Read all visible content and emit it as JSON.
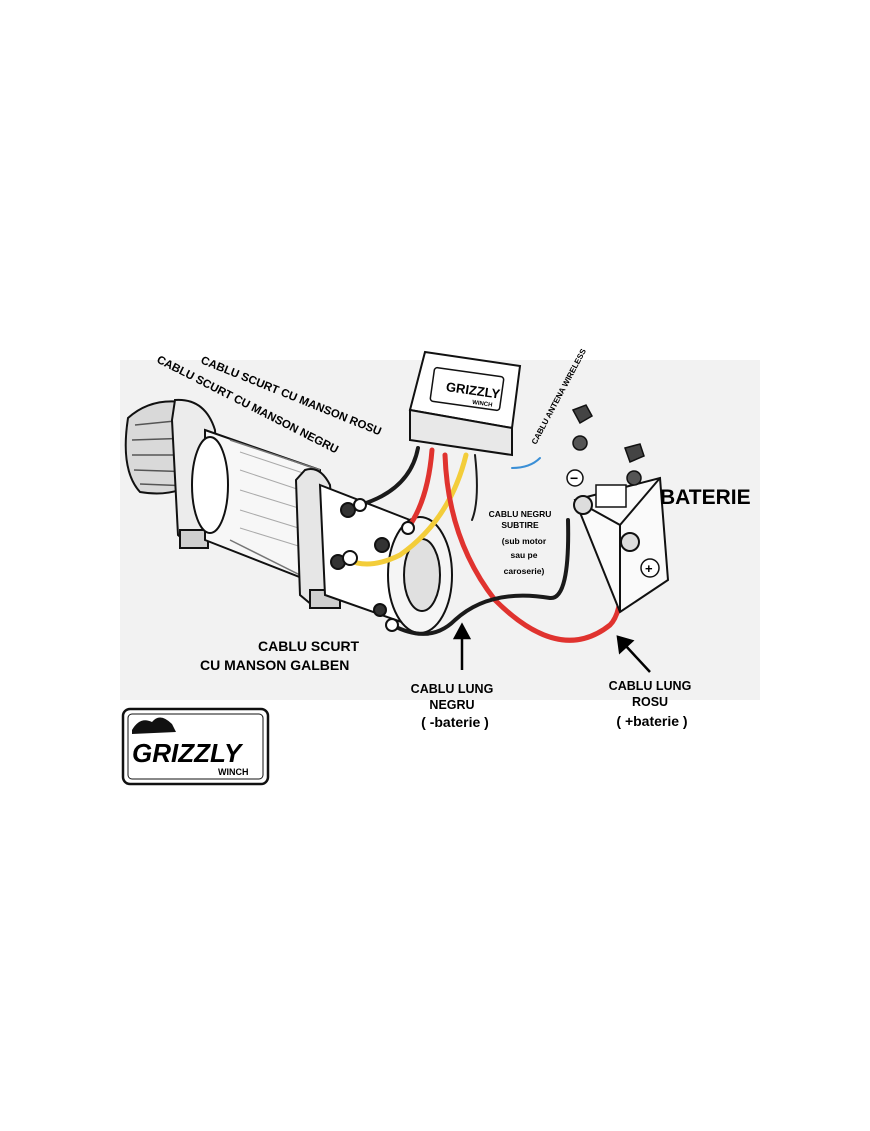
{
  "labels": {
    "short_red": "CABLU SCURT CU MANSON ROSU",
    "short_black": "CABLU SCURT CU MANSON NEGRU",
    "antenna": "CABLU ANTENA WIRELESS",
    "battery": "BATERIE",
    "thin_black_line1": "CABLU NEGRU",
    "thin_black_line2": "SUBTIRE",
    "thin_black_note1": "(sub motor",
    "thin_black_note2": "sau pe",
    "thin_black_note3": "caroserie)",
    "short_yellow_line1": "CABLU SCURT",
    "short_yellow_line2": "CU MANSON GALBEN",
    "long_black_line1": "CABLU LUNG",
    "long_black_line2": "NEGRU",
    "long_black_line3": "( -baterie )",
    "long_red_line1": "CABLU LUNG",
    "long_red_line2": "ROSU",
    "long_red_line3": "( +baterie )"
  },
  "control_box_logo": {
    "brand": "GRIZZLY",
    "sub": "WINCH"
  },
  "corner_logo": {
    "brand": "GRIZZLY",
    "sub": "WINCH"
  },
  "battery_terminals": {
    "negative": "−",
    "positive": "+"
  },
  "colors": {
    "red_cable": "#e0332f",
    "yellow_cable": "#f3cd3a",
    "black_cable": "#1a1a1a",
    "antenna_wire": "#3a8fd6",
    "background_band": "#f1f1f1"
  }
}
